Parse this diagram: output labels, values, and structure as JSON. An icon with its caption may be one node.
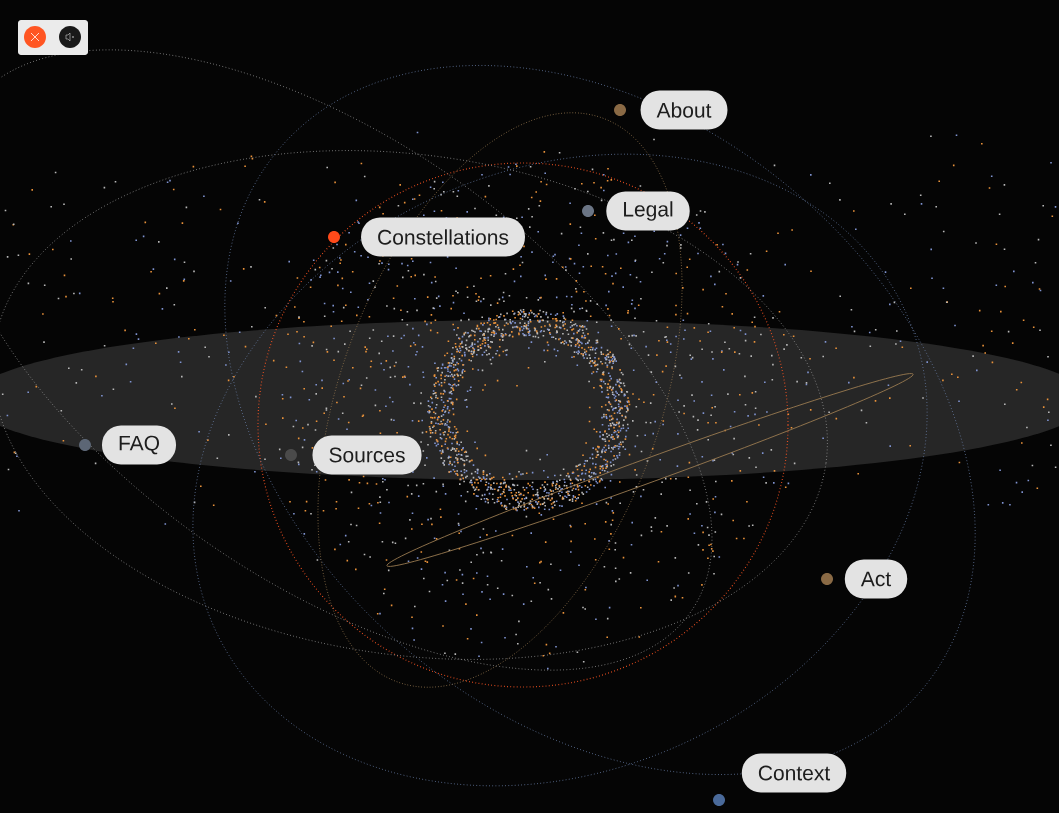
{
  "diagram": {
    "nodes": [
      {
        "text": [
          "About"
        ]
      },
      {
        "text": [
          "Legal"
        ]
      },
      {
        "text": [
          "Constellations"
        ]
      },
      {
        "text": [
          "FAQ"
        ]
      },
      {
        "text": [
          "Sources"
        ]
      },
      {
        "text": [
          "Act"
        ]
      },
      {
        "text": [
          "Context"
        ]
      }
    ]
  }
}
